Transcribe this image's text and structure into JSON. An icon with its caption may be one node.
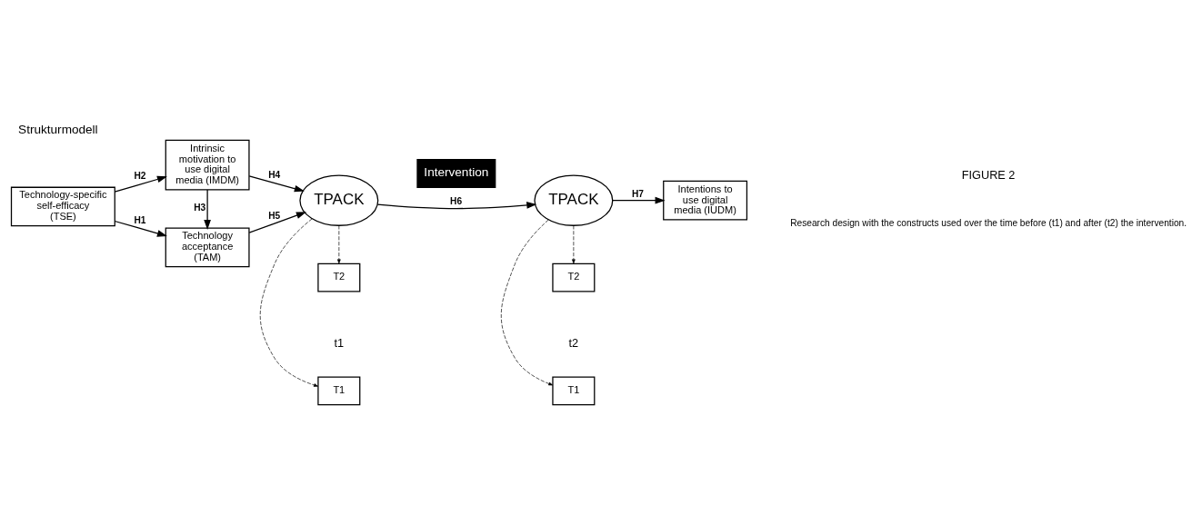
{
  "diagram": {
    "title": "Strukturmodell",
    "caption": "Research design with the constructs used over the time before (t1) and after (t2) the intervention.",
    "nodes": [
      {
        "text": [
          "Technology-specific self-efficacy (TSE)"
        ]
      },
      {
        "text": [
          "Technology acceptance (TAM)"
        ]
      },
      {
        "text": [
          "Intrinsic motivation to use digital media (IMDM)"
        ]
      },
      {
        "text": [
          "TPACK"
        ]
      },
      {
        "text": [
          "T1"
        ]
      },
      {
        "text": [
          "T2"
        ]
      },
      {
        "text": [
          "Intervention"
        ]
      },
      {
        "text": [
          "TPACK"
        ]
      },
      {
        "text": [
          "T1"
        ]
      },
      {
        "text": [
          "T2"
        ]
      },
      {
        "text": [
          "Intentions to use digital media (IUDM)"
        ]
      }
    ],
    "edges": [
      {
        "from": 0,
        "to": 1,
        "arrow": "to",
        "label": "H1"
      },
      {
        "from": 0,
        "to": 2,
        "arrow": "to",
        "label": "H2"
      },
      {
        "from": 2,
        "to": 1,
        "arrow": "to",
        "label": "H3"
      },
      {
        "from": 1,
        "to": 3,
        "arrow": "to",
        "label": "H5"
      },
      {
        "from": 2,
        "to": 3,
        "arrow": "to",
        "label": "H4"
      },
      {
        "from": 3,
        "to": 4,
        "arrow": "to",
        "style": "dashed"
      },
      {
        "from": 3,
        "to": 5,
        "arrow": "to",
        "style": "dashed"
      },
      {
        "from": 3,
        "to": 7,
        "arrow": "to",
        "label": "H6"
      },
      {
        "from": 7,
        "to": 8,
        "arrow": "to",
        "style": "dashed"
      },
      {
        "from": 7,
        "to": 9,
        "arrow": "to",
        "style": "dashed"
      },
      {
        "from": 7,
        "to": 10,
        "arrow": "to",
        "label": "H7"
      }
    ],
    "labels": [
      "t1",
      "t2",
      "FIGURE 2"
    ]
  }
}
